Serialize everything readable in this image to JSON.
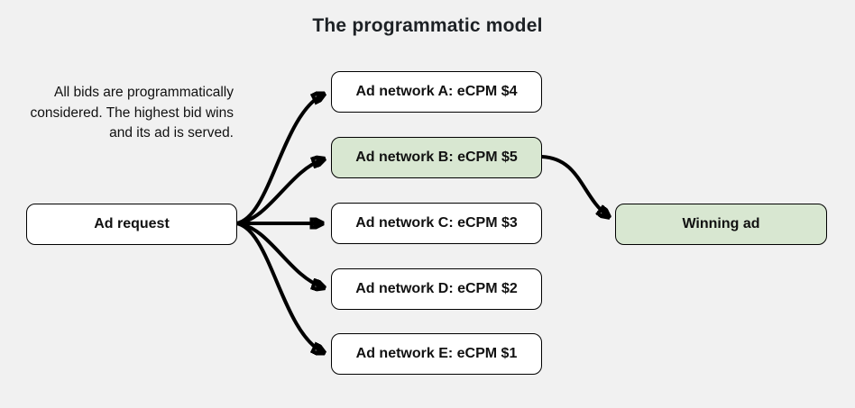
{
  "title": "The programmatic model",
  "description": "All bids are programmatically considered. The highest bid wins and its ad is served.",
  "nodes": {
    "ad_request": {
      "label": "Ad request"
    },
    "networks": [
      {
        "label": "Ad network A: eCPM $4",
        "ecpm": 4,
        "highlight": false
      },
      {
        "label": "Ad network B: eCPM $5",
        "ecpm": 5,
        "highlight": true
      },
      {
        "label": "Ad network C: eCPM $3",
        "ecpm": 3,
        "highlight": false
      },
      {
        "label": "Ad network D: eCPM $2",
        "ecpm": 2,
        "highlight": false
      },
      {
        "label": "Ad network E: eCPM $1",
        "ecpm": 1,
        "highlight": false
      }
    ],
    "winning_ad": {
      "label": "Winning ad"
    }
  },
  "edges": [
    {
      "from": "ad_request",
      "to": "network_a"
    },
    {
      "from": "ad_request",
      "to": "network_b"
    },
    {
      "from": "ad_request",
      "to": "network_c"
    },
    {
      "from": "ad_request",
      "to": "network_d"
    },
    {
      "from": "ad_request",
      "to": "network_e"
    },
    {
      "from": "network_b",
      "to": "winning_ad"
    }
  ],
  "colors": {
    "background": "#f1f1f1",
    "box_fill": "#ffffff",
    "highlight_fill": "#d8e7d1",
    "border": "#000000",
    "arrow": "#000000",
    "text": "#111111"
  }
}
